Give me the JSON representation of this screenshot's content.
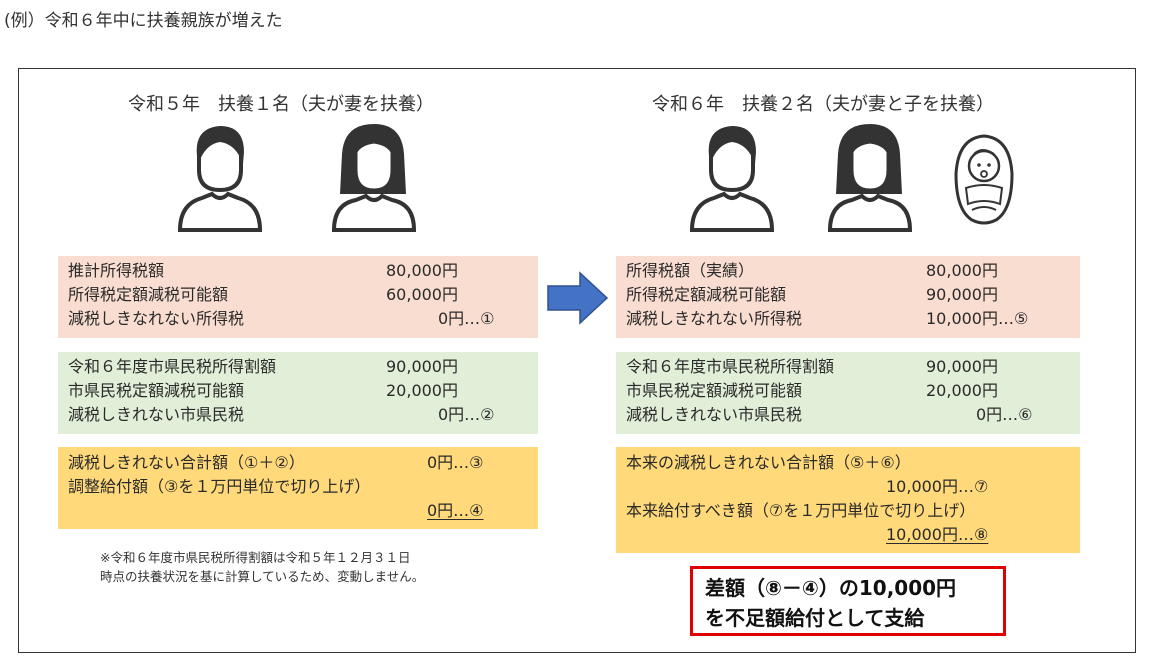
{
  "heading": "(例）令和６年中に扶養親族が増えた",
  "left": {
    "title": "令和５年　扶養１名（夫が妻を扶養）",
    "income_tax": {
      "rows": [
        {
          "label": "推計所得税額",
          "value": "80,000円"
        },
        {
          "label": "所得税定額減税可能額",
          "value": "60,000円"
        },
        {
          "label": "減税しきなれない所得税",
          "value": "0円…①"
        }
      ]
    },
    "resident_tax": {
      "rows": [
        {
          "label": "令和６年度市県民税所得割額",
          "value": "90,000円"
        },
        {
          "label": "市県民税定額減税可能額",
          "value": "20,000円"
        },
        {
          "label": "減税しきれない市県民税",
          "value": "0円…②"
        }
      ]
    },
    "total": {
      "row1_label": "減税しきれない合計額（①＋②）",
      "row1_value": "0円…③",
      "row2_label": "調整給付額（③を１万円単位で切り上げ）",
      "row3_value": "0円…④"
    },
    "note_line1": "※令和６年度市県民税所得割額は令和５年１２月３１日",
    "note_line2": "時点の扶養状況を基に計算しているため、変動しません。"
  },
  "right": {
    "title": "令和６年　扶養２名（夫が妻と子を扶養）",
    "income_tax": {
      "rows": [
        {
          "label": "所得税額（実績）",
          "value": "80,000円"
        },
        {
          "label": "所得税定額減税可能額",
          "value": "90,000円"
        },
        {
          "label": "減税しきなれない所得税",
          "value": "10,000円…⑤"
        }
      ]
    },
    "resident_tax": {
      "rows": [
        {
          "label": "令和６年度市県民税所得割額",
          "value": "90,000円"
        },
        {
          "label": "市県民税定額減税可能額",
          "value": "20,000円"
        },
        {
          "label": "減税しきれない市県民税",
          "value": "0円…⑥"
        }
      ]
    },
    "total": {
      "row1_label": "本来の減税しきれない合計額（⑤＋⑥）",
      "row2_value": "10,000円…⑦",
      "row3_label": "本来給付すべき額（⑦を１万円単位で切り上げ）",
      "row4_value": "10,000円…⑧"
    },
    "callout_line1": "差額（⑧－④）の10,000円",
    "callout_line2": "を不足額給付として支給"
  },
  "colors": {
    "pink_box": "#f9ddd0",
    "green_box": "#e1eed8",
    "yellow_box": "#ffd97a",
    "arrow": "#4472c4",
    "callout_border": "#e00000",
    "icon_stroke": "#333333"
  },
  "icons": [
    "man-icon",
    "woman-icon",
    "man-icon",
    "woman-icon",
    "baby-icon",
    "right-arrow-icon"
  ]
}
